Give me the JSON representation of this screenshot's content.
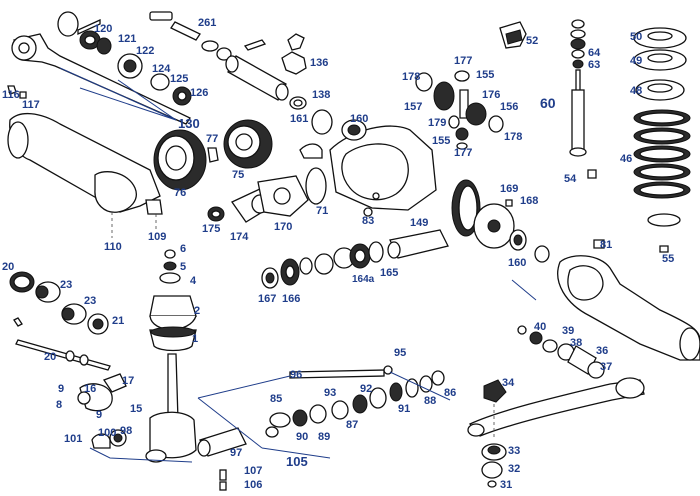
{
  "diagram": {
    "label_color": "#1f3d8a",
    "labels": {
      "l261": "261",
      "l120": "120",
      "l121": "121",
      "l122": "122",
      "l124": "124",
      "l125": "125",
      "l126": "126",
      "l130": "130",
      "l116": "116",
      "l117": "117",
      "l136": "136",
      "l138": "138",
      "l161": "161",
      "l160a": "160",
      "l77": "77",
      "l76": "76",
      "l75": "75",
      "l71": "71",
      "l83": "83",
      "l110": "110",
      "l109": "109",
      "l175": "175",
      "l174": "174",
      "l170": "170",
      "l52": "52",
      "l177a": "177",
      "l155a": "155",
      "l178a": "178",
      "l176": "176",
      "l157": "157",
      "l156": "156",
      "l179": "179",
      "l155b": "155",
      "l177b": "177",
      "l178b": "178",
      "l64": "64",
      "l63": "63",
      "l60": "60",
      "l54": "54",
      "l50": "50",
      "l49": "49",
      "l48": "48",
      "l46": "46",
      "l55": "55",
      "l169": "169",
      "l168": "168",
      "l149": "149",
      "l160b": "160",
      "l81": "81",
      "l165": "165",
      "l164a": "164a",
      "l167": "167",
      "l166": "166",
      "l6": "6",
      "l5": "5",
      "l4": "4",
      "l2": "2",
      "l1": "1",
      "l20a": "20",
      "l23a": "23",
      "l23b": "23",
      "l21": "21",
      "l20b": "20",
      "l95": "95",
      "l96": "96",
      "l85": "85",
      "l93": "93",
      "l92": "92",
      "l91": "91",
      "l88": "88",
      "l86": "86",
      "l87": "87",
      "l89": "89",
      "l90": "90",
      "l105": "105",
      "l97": "97",
      "l107": "107",
      "l106": "106",
      "l40": "40",
      "l39": "39",
      "l38": "38",
      "l36": "36",
      "l37": "37",
      "l34": "34",
      "l33": "33",
      "l32": "32",
      "l31": "31",
      "l9a": "9",
      "l16": "16",
      "l17": "17",
      "l8": "8",
      "l9b": "9",
      "l15": "15",
      "l101": "101",
      "l100": "100",
      "l98": "98"
    }
  }
}
